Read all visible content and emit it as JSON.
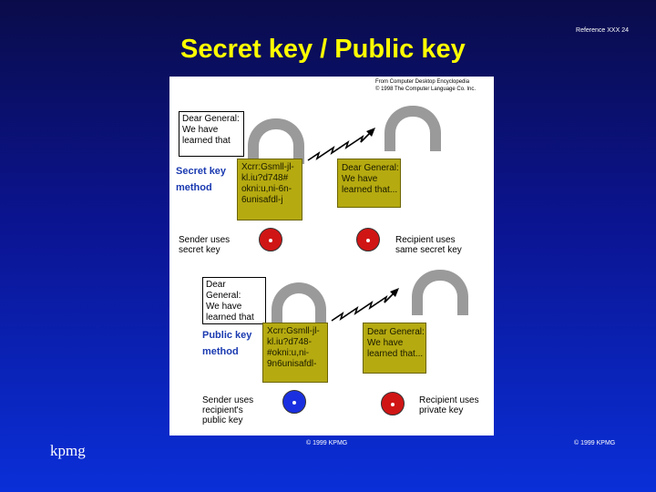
{
  "reference": "Reference XXX 24",
  "title": "Secret key / Public key",
  "figure": {
    "credit": "From Computer Desktop Encyclopedia\n© 1998 The Computer Language Co. Inc.",
    "secret": {
      "letter": "Dear General:\nWe have\nlearned that",
      "method": "Secret key\nmethod",
      "cipher": "Xcrr:Gsmll-jl-\nkl.iu?d748#\nokni:u,ni-6n-\n6unisafdl-j",
      "plain": "Dear General:\nWe have\nlearned that...",
      "sender": "Sender uses\nsecret key",
      "recipient": "Recipient uses\nsame secret key"
    },
    "public": {
      "letter": "Dear General:\nWe have\nlearned that",
      "method": "Public key\nmethod",
      "cipher": "Xcrr:Gsmll-jl-\nkl.iu?d748-\n#okni:u,ni-\n9n6unisafdl-",
      "plain": "Dear General:\nWe have\nlearned that...",
      "sender": "Sender uses\nrecipient's\npublic key",
      "recipient": "Recipient uses\nprivate key"
    }
  },
  "footer": {
    "logo": "kpmg",
    "copyright_center": "© 1999 KPMG",
    "copyright_right": "© 1999 KPMG"
  }
}
